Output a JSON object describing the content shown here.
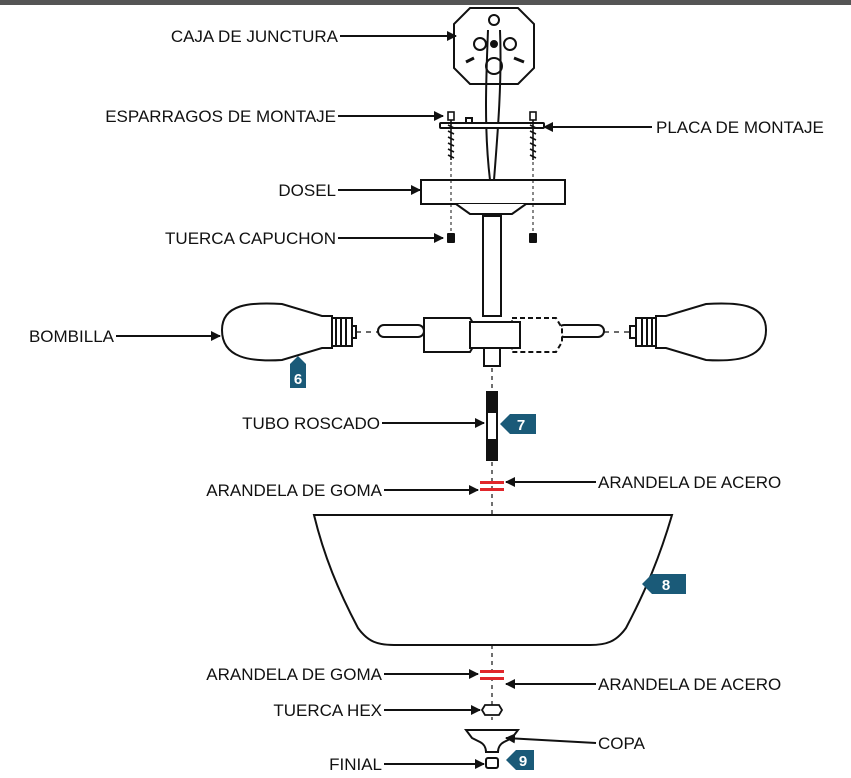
{
  "labels": {
    "junction_box": "CAJA DE JUNCTURA",
    "mounting_screws": "ESPARRAGOS DE MONTAJE",
    "mounting_plate": "PLACA DE MONTAJE",
    "canopy": "DOSEL",
    "cap_nut": "TUERCA CAPUCHON",
    "bulb": "BOMBILLA",
    "threaded_tube": "TUBO ROSCADO",
    "rubber_washer_top": "ARANDELA DE GOMA",
    "steel_washer_top": "ARANDELA DE ACERO",
    "rubber_washer_bottom": "ARANDELA DE GOMA",
    "steel_washer_bottom": "ARANDELA DE ACERO",
    "hex_nut": "TUERCA HEX",
    "cup": "COPA",
    "finial": "FINIAL"
  },
  "steps": {
    "bulb_step": "6",
    "tube_step": "7",
    "shade_step": "8",
    "finial_step": "9"
  },
  "colors": {
    "line": "#111111",
    "step_badge": "#1a5a78",
    "washer_red": "#e0262b",
    "header_bar": "#555555"
  }
}
